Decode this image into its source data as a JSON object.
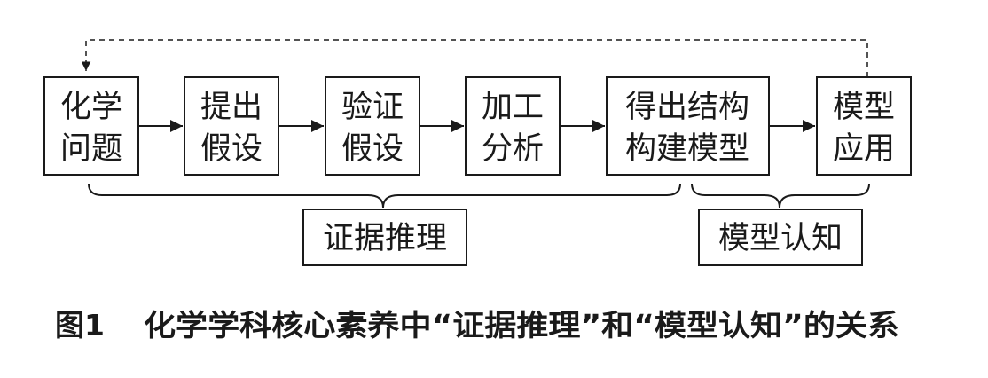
{
  "diagram": {
    "steps": [
      {
        "line1": "化学",
        "line2": "问题"
      },
      {
        "line1": "提出",
        "line2": "假设"
      },
      {
        "line1": "验证",
        "line2": "假设"
      },
      {
        "line1": "加工",
        "line2": "分析"
      },
      {
        "line1": "得出结构",
        "line2": "构建模型"
      },
      {
        "line1": "模型",
        "line2": "应用"
      }
    ],
    "groups": {
      "evidence": "证据推理",
      "model": "模型认知"
    }
  },
  "caption": {
    "label": "图1",
    "text": "化学学科核心素养中“证据推理”和“模型认知”的关系"
  }
}
